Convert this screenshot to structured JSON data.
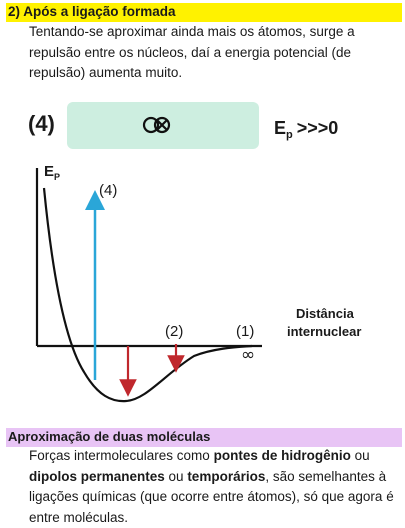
{
  "section1": {
    "heading": "2) Após a ligação formada",
    "paragraph": "Tentando-se aproximar ainda mais os átomos, surge a repulsão entre os núcleos, daí a energia potencial (de repulsão) aumenta muito."
  },
  "diagram": {
    "stage_label": "(4)",
    "energy_symbol": "E",
    "energy_subscript": "p",
    "energy_relation": ">>>0",
    "axis_y_label": "E",
    "axis_y_sub": "P",
    "axis_x_label_line1": "Distância",
    "axis_x_label_line2": "internuclear",
    "point_labels": [
      "(4)",
      "(2)",
      "(1)"
    ],
    "infinity": "∞",
    "colors": {
      "box": "#cdeee0",
      "up_arrow": "#2aa6d8",
      "down_arrow": "#c0282d"
    }
  },
  "section2": {
    "heading": "Aproximação de duas moléculas",
    "p_before": "Forças intermoleculares como ",
    "p_bold1": "pontes de hidrogênio",
    "p_mid1": " ou ",
    "p_bold2": "dipolos permanentes",
    "p_mid2": " ou ",
    "p_bold3": "temporários",
    "p_after": ", são semelhantes à ligações químicas (que ocorre entre átomos), só que agora é entre moléculas."
  }
}
